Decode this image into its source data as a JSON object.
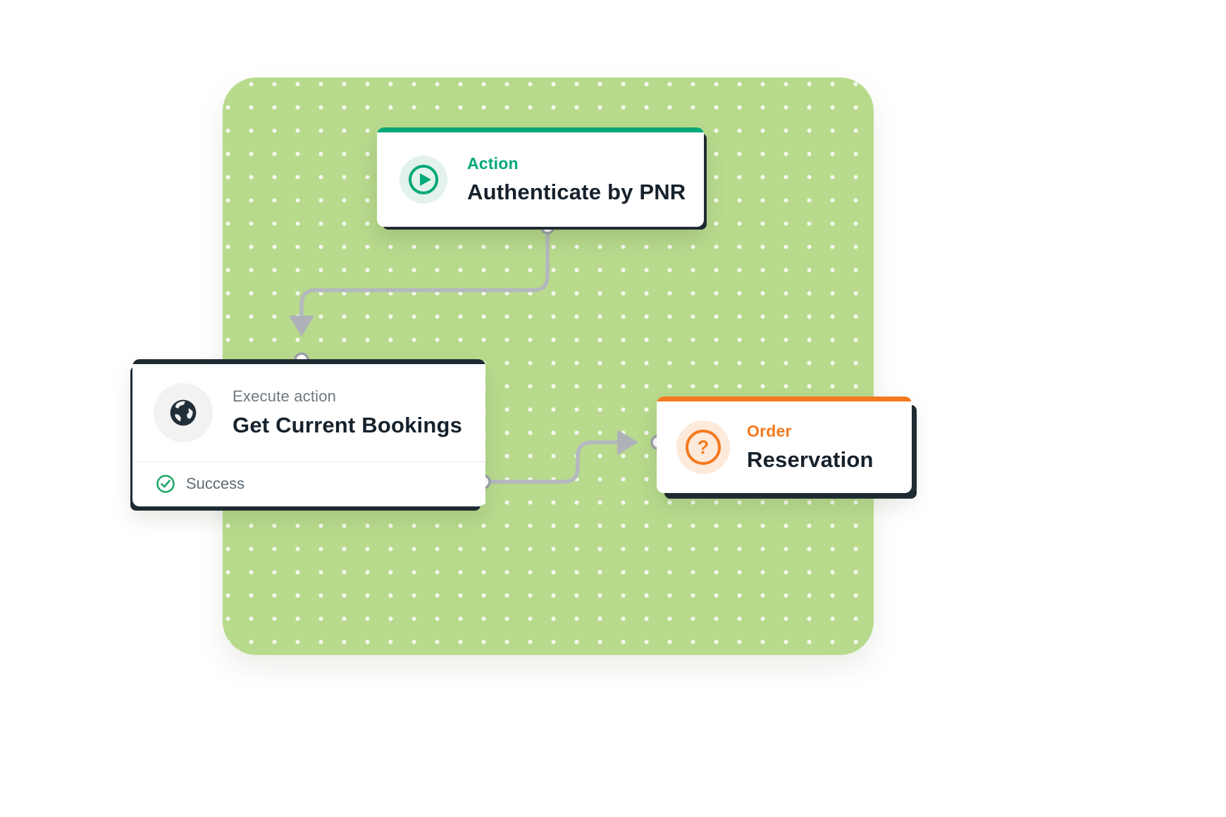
{
  "workflow": {
    "nodes": {
      "authenticate": {
        "category": "Action",
        "title": "Authenticate by PNR"
      },
      "get_bookings": {
        "category": "Execute action",
        "title": "Get Current Bookings",
        "status": "Success"
      },
      "reservation": {
        "category": "Order",
        "title": "Reservation"
      }
    },
    "icons": {
      "authenticate": "play-icon",
      "get_bookings": "globe-icon",
      "status": "check-circle-icon",
      "reservation": "question-icon",
      "question_glyph": "?"
    },
    "colors": {
      "canvas_green": "#b8da8d",
      "dot_white": "#ffffff",
      "action_green": "#00a878",
      "dark_navy": "#1f2b33",
      "order_orange": "#f5791d",
      "connector_gray": "#b4b8be",
      "status_green": "#21a567"
    }
  }
}
